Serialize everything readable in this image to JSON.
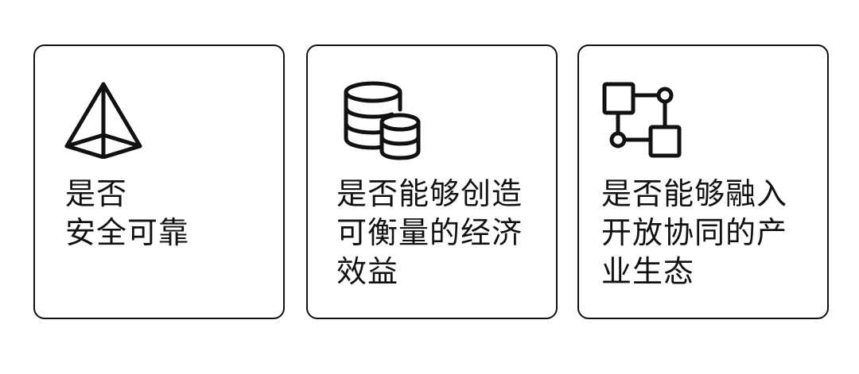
{
  "cards": [
    {
      "icon": "pyramid-icon",
      "lines": [
        "是否",
        "安全可靠"
      ]
    },
    {
      "icon": "database-coins-icon",
      "lines": [
        "是否能够创造",
        "可衡量的经济",
        "效益"
      ]
    },
    {
      "icon": "node-network-icon",
      "lines": [
        "是否能够融入",
        "开放协同的产",
        "业生态"
      ]
    }
  ],
  "colors": {
    "stroke": "#111111",
    "background": "#ffffff"
  }
}
